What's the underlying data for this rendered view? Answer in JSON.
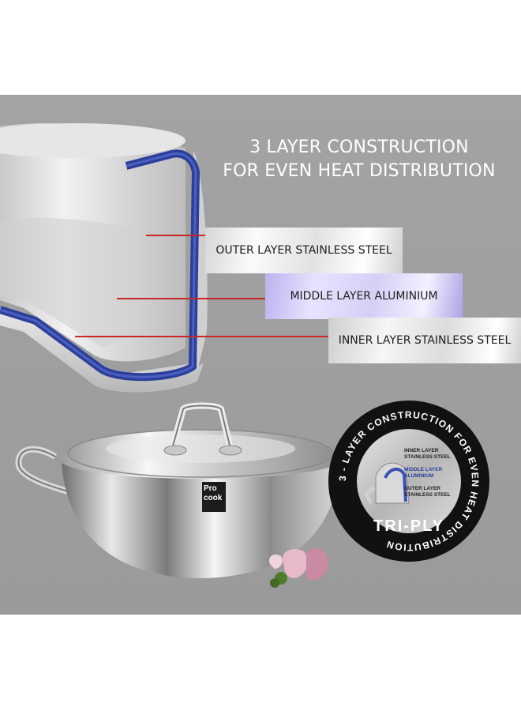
{
  "headline": {
    "line1": "3 LAYER CONSTRUCTION",
    "line2": "FOR EVEN HEAT DISTRIBUTION"
  },
  "layers": {
    "outer": "OUTER LAYER STAINLESS STEEL",
    "middle": "MIDDLE LAYER ALUMINIUM",
    "inner": "INNER LAYER STAINLESS STEEL"
  },
  "brand": {
    "line1": "Pro",
    "line2": "cook"
  },
  "badge": {
    "ring_text": "3 - LAYER CONSTRUCTION FOR EVEN HEAT DISTRIBUTION",
    "title": "TRI-PLY",
    "inner_layer": [
      "INNER LAYER",
      "STAINLESS STEEL"
    ],
    "middle_layer": [
      "MIDDLE LAYER",
      "ALUMINIUM"
    ],
    "outer_layer": [
      "OUTER LAYER",
      "STAINLESS STEEL"
    ]
  },
  "colors": {
    "panel": "#a0a0a0",
    "aluminium_band": "#2b3f9b",
    "leader_line": "#c62828",
    "badge": "#111111"
  },
  "icons": [
    "kadai-pot-image",
    "cross-section-image",
    "onion-garnish-image"
  ]
}
